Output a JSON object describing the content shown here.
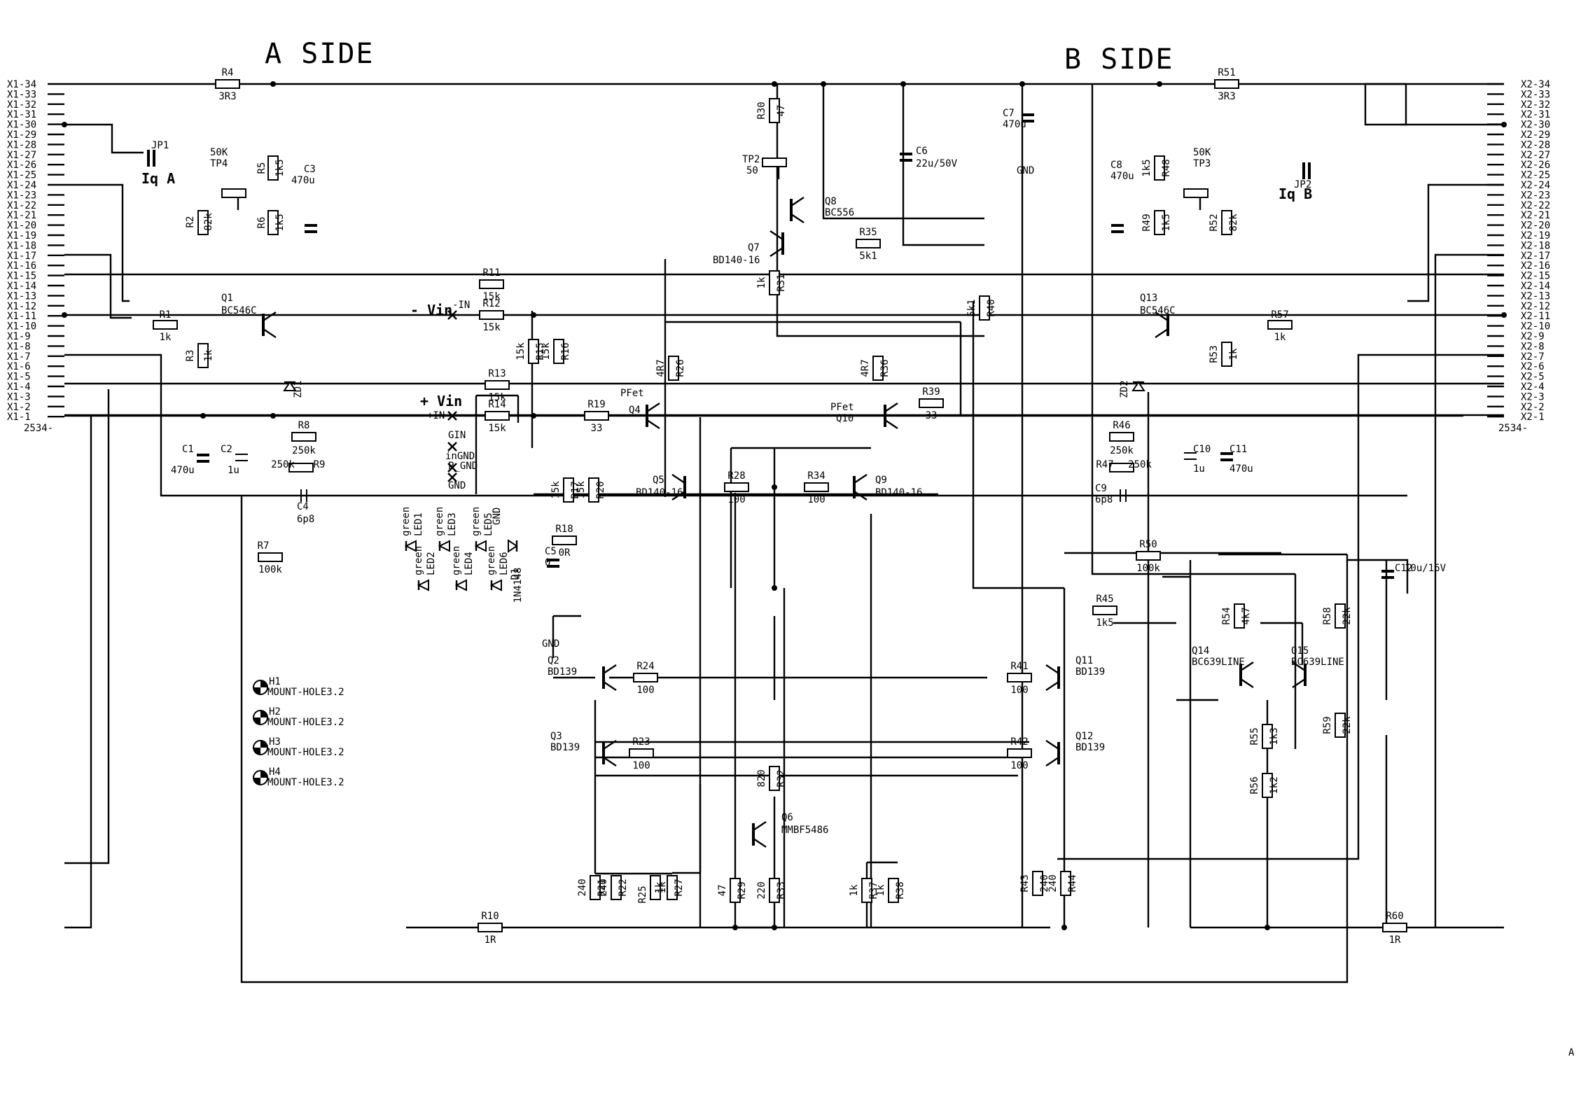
{
  "titles": {
    "a_side": "A SIDE",
    "b_side": "B SIDE"
  },
  "connector_x1": {
    "pins": [
      "X1-34",
      "X1-33",
      "X1-32",
      "X1-31",
      "X1-30",
      "X1-29",
      "X1-28",
      "X1-27",
      "X1-26",
      "X1-25",
      "X1-24",
      "X1-23",
      "X1-22",
      "X1-21",
      "X1-20",
      "X1-19",
      "X1-18",
      "X1-17",
      "X1-16",
      "X1-15",
      "X1-14",
      "X1-13",
      "X1-12",
      "X1-11",
      "X1-10",
      "X1-9",
      "X1-8",
      "X1-7",
      "X1-6",
      "X1-5",
      "X1-4",
      "X1-3",
      "X1-2",
      "X1-1"
    ],
    "part": "2534-"
  },
  "connector_x2": {
    "pins": [
      "X2-34",
      "X2-33",
      "X2-32",
      "X2-31",
      "X2-30",
      "X2-29",
      "X2-28",
      "X2-27",
      "X2-26",
      "X2-25",
      "X2-24",
      "X2-23",
      "X2-22",
      "X2-21",
      "X2-20",
      "X2-19",
      "X2-18",
      "X2-17",
      "X2-16",
      "X2-15",
      "X2-14",
      "X2-13",
      "X2-12",
      "X2-11",
      "X2-10",
      "X2-9",
      "X2-8",
      "X2-7",
      "X2-6",
      "X2-5",
      "X2-4",
      "X2-3",
      "X2-2",
      "X2-1"
    ],
    "part": "2534-"
  },
  "resistors": [
    {
      "name": "R4",
      "value": "3R3"
    },
    {
      "name": "R5",
      "value": "1k5"
    },
    {
      "name": "R6",
      "value": "1k5"
    },
    {
      "name": "R2",
      "value": "82k"
    },
    {
      "name": "R1",
      "value": "1k"
    },
    {
      "name": "R3",
      "value": "1k"
    },
    {
      "name": "R8",
      "value": "250k"
    },
    {
      "name": "R9",
      "value": "250k"
    },
    {
      "name": "R7",
      "value": "100k"
    },
    {
      "name": "R10",
      "value": "1R"
    },
    {
      "name": "R11",
      "value": "15k"
    },
    {
      "name": "R12",
      "value": "15k"
    },
    {
      "name": "R13",
      "value": "15k"
    },
    {
      "name": "R14",
      "value": "15k"
    },
    {
      "name": "R15",
      "value": "15k"
    },
    {
      "name": "R16",
      "value": "15k"
    },
    {
      "name": "R17",
      "value": "15k"
    },
    {
      "name": "R18",
      "value": "0R"
    },
    {
      "name": "R19",
      "value": "33"
    },
    {
      "name": "R20",
      "value": "15k"
    },
    {
      "name": "R26",
      "value": "4R7"
    },
    {
      "name": "R28",
      "value": "100"
    },
    {
      "name": "R34",
      "value": "100"
    },
    {
      "name": "R30",
      "value": "47"
    },
    {
      "name": "R31",
      "value": "1k"
    },
    {
      "name": "R35",
      "value": "5k1"
    },
    {
      "name": "R36",
      "value": "4R7"
    },
    {
      "name": "R39",
      "value": "33"
    },
    {
      "name": "R40",
      "value": "5k1"
    },
    {
      "name": "R24",
      "value": "100"
    },
    {
      "name": "R23",
      "value": "100"
    },
    {
      "name": "R41",
      "value": "100"
    },
    {
      "name": "R42",
      "value": "100"
    },
    {
      "name": "R32",
      "value": "820"
    },
    {
      "name": "R21",
      "value": "240"
    },
    {
      "name": "R22",
      "value": "240"
    },
    {
      "name": "R25",
      "value": "1k"
    },
    {
      "name": "R27",
      "value": "1k"
    },
    {
      "name": "R29",
      "value": "47"
    },
    {
      "name": "R33",
      "value": "220"
    },
    {
      "name": "R37",
      "value": "1k"
    },
    {
      "name": "R38",
      "value": "1k"
    },
    {
      "name": "R43",
      "value": "240"
    },
    {
      "name": "R44",
      "value": "240"
    },
    {
      "name": "R51",
      "value": "3R3"
    },
    {
      "name": "R48",
      "value": "1k5"
    },
    {
      "name": "R49",
      "value": "1k5"
    },
    {
      "name": "R52",
      "value": "82k"
    },
    {
      "name": "R57",
      "value": "1k"
    },
    {
      "name": "R53",
      "value": "1k"
    },
    {
      "name": "R46",
      "value": "250k"
    },
    {
      "name": "R47",
      "value": "250k"
    },
    {
      "name": "R50",
      "value": "100k"
    },
    {
      "name": "R45",
      "value": "1k5"
    },
    {
      "name": "R54",
      "value": "4k7"
    },
    {
      "name": "R58",
      "value": "22k"
    },
    {
      "name": "R55",
      "value": "1k3"
    },
    {
      "name": "R56",
      "value": "1k2"
    },
    {
      "name": "R59",
      "value": "22k"
    },
    {
      "name": "R60",
      "value": "1R"
    }
  ],
  "capacitors": [
    {
      "name": "C1",
      "value": "470u"
    },
    {
      "name": "C2",
      "value": "1u"
    },
    {
      "name": "C3",
      "value": "470u"
    },
    {
      "name": "C4",
      "value": "6p8"
    },
    {
      "name": "C5",
      "value": "0"
    },
    {
      "name": "C6",
      "value": "22u/50V"
    },
    {
      "name": "C7",
      "value": "470u"
    },
    {
      "name": "C8",
      "value": "470u"
    },
    {
      "name": "C9",
      "value": "6p8"
    },
    {
      "name": "C10",
      "value": "1u"
    },
    {
      "name": "C11",
      "value": "470u"
    },
    {
      "name": "C12",
      "value": "10u/16V"
    }
  ],
  "transistors": [
    {
      "name": "Q1",
      "type": "BC546C"
    },
    {
      "name": "Q4",
      "type": "PFet"
    },
    {
      "name": "Q5",
      "type": "BD140-16"
    },
    {
      "name": "Q7",
      "type": "BD140-16"
    },
    {
      "name": "Q8",
      "type": "BC556"
    },
    {
      "name": "Q9",
      "type": "BD140-16"
    },
    {
      "name": "Q10",
      "type": "PFet"
    },
    {
      "name": "Q2",
      "type": "BD139"
    },
    {
      "name": "Q3",
      "type": "BD139"
    },
    {
      "name": "Q11",
      "type": "BD139"
    },
    {
      "name": "Q12",
      "type": "BD139"
    },
    {
      "name": "Q6",
      "type": "MMBF5486"
    },
    {
      "name": "Q13",
      "type": "BC546C"
    },
    {
      "name": "Q14",
      "type": "BC639LINE"
    },
    {
      "name": "Q15",
      "type": "BC639LINE"
    }
  ],
  "trimmers": [
    {
      "name": "TP4",
      "value": "50K"
    },
    {
      "name": "TP2",
      "value": "50"
    },
    {
      "name": "TP3",
      "value": "50K"
    }
  ],
  "jumpers": [
    {
      "name": "JP1",
      "label": "Iq A"
    },
    {
      "name": "JP2",
      "label": "Iq B"
    }
  ],
  "diodes": [
    {
      "name": "ZD1"
    },
    {
      "name": "ZD2"
    },
    {
      "name": "D1",
      "type": "1N4148"
    }
  ],
  "leds": [
    {
      "name": "LED1",
      "color": "green"
    },
    {
      "name": "LED2",
      "color": "green"
    },
    {
      "name": "LED3",
      "color": "green"
    },
    {
      "name": "LED4",
      "color": "green"
    },
    {
      "name": "LED5",
      "color": "green"
    },
    {
      "name": "LED6",
      "color": "green"
    }
  ],
  "mount_holes": [
    {
      "name": "H1",
      "type": "MOUNT-HOLE3.2"
    },
    {
      "name": "H2",
      "type": "MOUNT-HOLE3.2"
    },
    {
      "name": "H3",
      "type": "MOUNT-HOLE3.2"
    },
    {
      "name": "H4",
      "type": "MOUNT-HOLE3.2"
    }
  ],
  "inputs": {
    "minus_vin": "- Vin",
    "minus_in": "-IN",
    "plus_vin": "+ Vin",
    "plus_in": "+IN",
    "gin": "GIN",
    "ingnd": "inGND",
    "p_gnd": "P_GND",
    "gnd": "GND"
  },
  "net_labels": {
    "gnd": "GND"
  },
  "corner": "A"
}
